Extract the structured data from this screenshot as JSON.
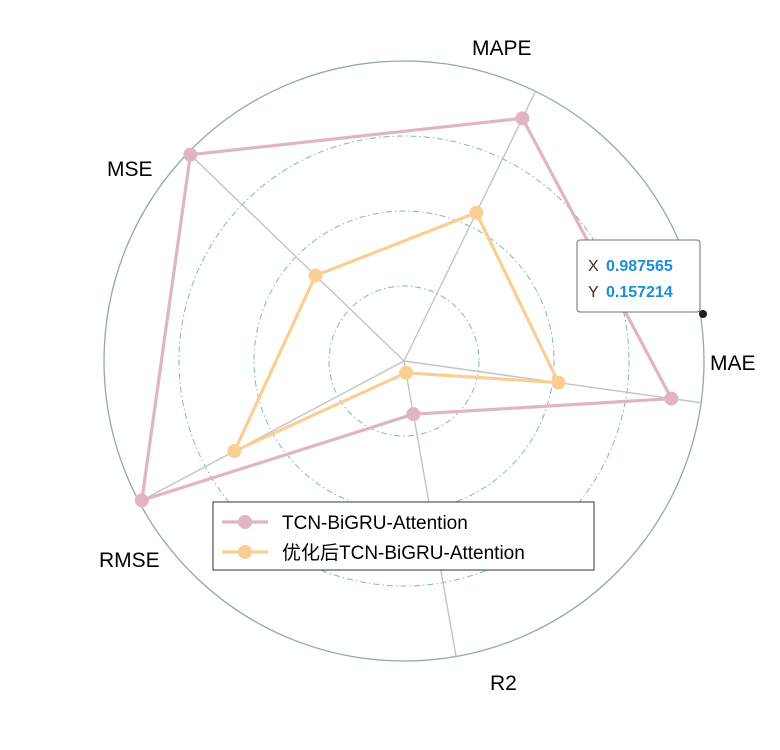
{
  "chart_data": {
    "type": "radar",
    "axes": [
      "MAE",
      "MAPE",
      "MSE",
      "RMSE",
      "R2"
    ],
    "series": [
      {
        "name": "TCN-BiGRU-Attention",
        "color": "#e0b4c4",
        "values": [
          0.9,
          0.9,
          0.99,
          0.99,
          0.18
        ]
      },
      {
        "name": "优化后TCN-BiGRU-Attention",
        "color": "#f9cf95",
        "values": [
          0.52,
          0.55,
          0.41,
          0.64,
          0.04
        ]
      }
    ],
    "grid": true,
    "legend_position": "bottom-left",
    "datatip": {
      "x_label": "X",
      "x_value": "0.987565",
      "y_label": "Y",
      "y_value": "0.157214"
    }
  }
}
